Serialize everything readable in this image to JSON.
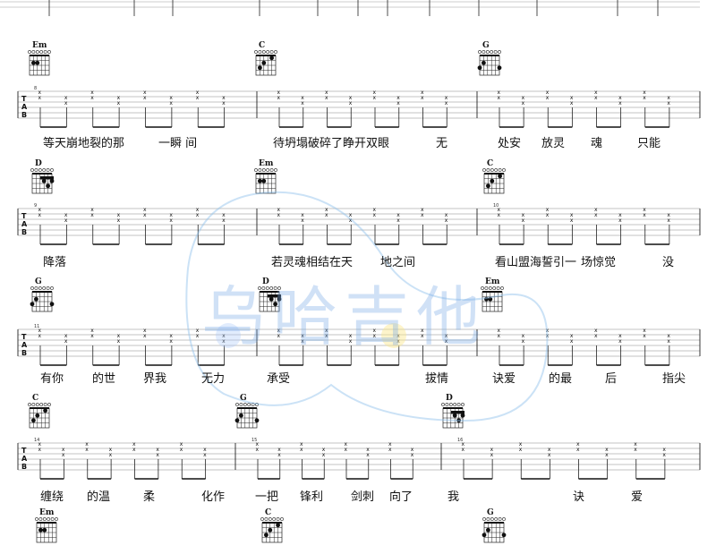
{
  "watermark": "乌哈吉他",
  "systems": [
    {
      "measures": [
        "8",
        "",
        ""
      ],
      "chords": [
        "Em",
        "C",
        "G"
      ],
      "lyrics": [
        "等天崩地裂的那",
        "一瞬 间",
        "待坍塌破碎了睁开双眼",
        "无",
        "处安",
        "放灵",
        "魂",
        "只能"
      ]
    },
    {
      "measures": [
        "9",
        "",
        "10"
      ],
      "chords": [
        "D",
        "Em",
        "C"
      ],
      "lyrics": [
        "降落",
        "若灵魂相结在天",
        "地之间",
        "看山盟海誓引一",
        "场惊觉",
        "没"
      ]
    },
    {
      "measures": [
        "11",
        "",
        ""
      ],
      "chords": [
        "G",
        "D",
        "Em"
      ],
      "lyrics": [
        "有你",
        "的世",
        "界我",
        "无力",
        "承受",
        "拔情",
        "诀爱",
        "的最",
        "后",
        "指尖"
      ]
    },
    {
      "measures": [
        "14",
        "15",
        "16"
      ],
      "chords": [
        "C",
        "G",
        "D"
      ],
      "lyrics": [
        "缠绕",
        "的温",
        "柔",
        "化作",
        "一把",
        "锋利",
        "剑刺",
        "向了",
        "我",
        "诀",
        "爱"
      ]
    },
    {
      "chords": [
        "Em",
        "C",
        "G"
      ]
    }
  ],
  "tab_label": [
    "T",
    "A",
    "B"
  ]
}
